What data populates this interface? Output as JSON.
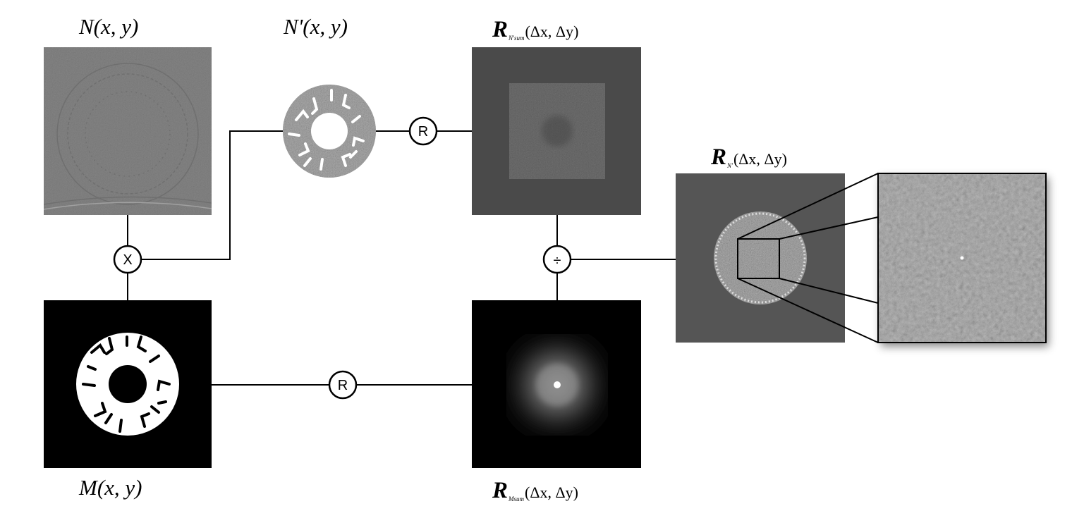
{
  "labels": {
    "n": "N(x, y)",
    "n_prime": "N'(x, y)",
    "m": "M(x, y)",
    "r_nsum": {
      "symbol": "R",
      "sub": "N'sum",
      "args": "(Δx, Δy)"
    },
    "r_msum": {
      "symbol": "R",
      "sub": "Msum",
      "args": "(Δx, Δy)"
    },
    "r_n": {
      "symbol": "R",
      "sub": "N'",
      "args": "(Δx, Δy)"
    }
  },
  "operators": {
    "multiply": "X",
    "correlate_top": "R",
    "correlate_bottom": "R",
    "divide": "÷"
  },
  "colors": {
    "noise_gray": "#8a8a8a",
    "dark_gray": "#4a4a4a",
    "mid_gray": "#555555",
    "mask_black": "#000000",
    "mask_white": "#ffffff"
  }
}
